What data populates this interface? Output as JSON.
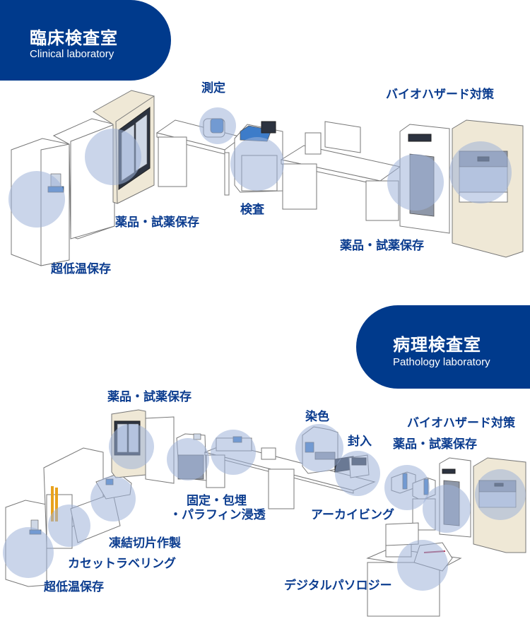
{
  "clinical": {
    "title_jp": "臨床検査室",
    "title_en": "Clinical laboratory",
    "labels": {
      "measurement": "測定",
      "biohazard": "バイオハザード対策",
      "reagent_storage_left": "薬品・試薬保存",
      "testing": "検査",
      "reagent_storage_right": "薬品・試薬保存",
      "ultra_low_storage": "超低温保存"
    }
  },
  "pathology": {
    "title_jp": "病理検査室",
    "title_en": "Pathology laboratory",
    "labels": {
      "reagent_storage_top": "薬品・試薬保存",
      "staining": "染色",
      "biohazard": "バイオハザード対策",
      "mounting": "封入",
      "reagent_storage_right": "薬品・試薬保存",
      "fixation_line1": "固定・包埋",
      "fixation_line2": "・パラフィン浸透",
      "archiving": "アーカイビング",
      "frozen_section": "凍結切片作製",
      "cassette_labeling": "カセットラベリング",
      "ultra_low_storage": "超低温保存",
      "digital_pathology": "デジタルパソロジー"
    }
  },
  "colors": {
    "brand_blue": "#003a8c",
    "label_blue": "#0b3c8f",
    "highlight": "#9fb3d8"
  }
}
